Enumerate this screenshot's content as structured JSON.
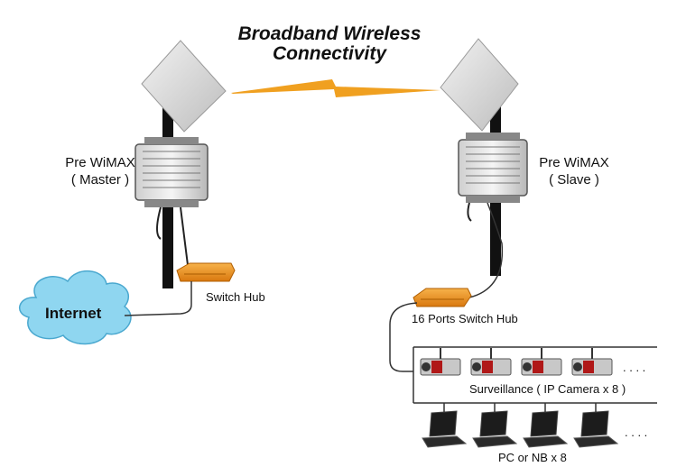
{
  "title": {
    "line1": "Broadband Wireless",
    "line2": "Connectivity"
  },
  "master": {
    "name": "Pre WiMAX",
    "role": "( Master )"
  },
  "slave": {
    "name": "Pre WiMAX",
    "role": "( Slave )"
  },
  "internet": {
    "label": "Internet"
  },
  "switch_hub": {
    "label": "Switch Hub"
  },
  "switch_hub_16": {
    "label": "16 Ports Switch Hub"
  },
  "cameras": {
    "label": "Surveillance ( IP Camera x 8 )",
    "ellipsis": ". . . ."
  },
  "pcs": {
    "label": "PC or NB x 8",
    "ellipsis": ". . . ."
  },
  "colors": {
    "link": "#f0a020",
    "hub": "#f29a1f",
    "cloud": "#8fd6f0",
    "pole": "#111111"
  }
}
